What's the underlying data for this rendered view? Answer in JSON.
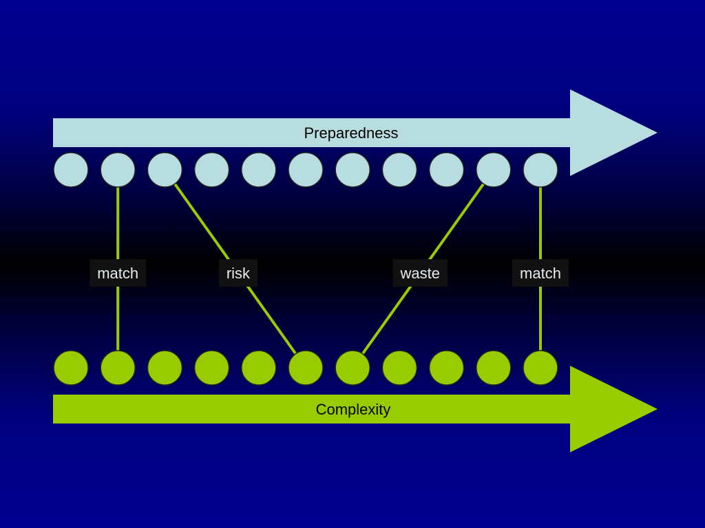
{
  "arrows": {
    "top": {
      "label": "Preparedness",
      "color": "#b8dde0"
    },
    "bottom": {
      "label": "Complexity",
      "color": "#99cc00"
    }
  },
  "circles": {
    "count_per_row": 11,
    "top_color": "#b8dde0",
    "bottom_color": "#99cc00",
    "outline_color": "#222222"
  },
  "links": [
    {
      "label": "match",
      "top_index": 1,
      "bottom_index": 1
    },
    {
      "label": "risk",
      "top_index": 2,
      "bottom_index": 5
    },
    {
      "label": "waste",
      "top_index": 9,
      "bottom_index": 6
    },
    {
      "label": "match",
      "top_index": 10,
      "bottom_index": 10
    }
  ],
  "colors": {
    "link_line": "#99cc00",
    "label_box": "#111111",
    "label_text": "#e6ecf0",
    "arrow_text": "#000000"
  }
}
